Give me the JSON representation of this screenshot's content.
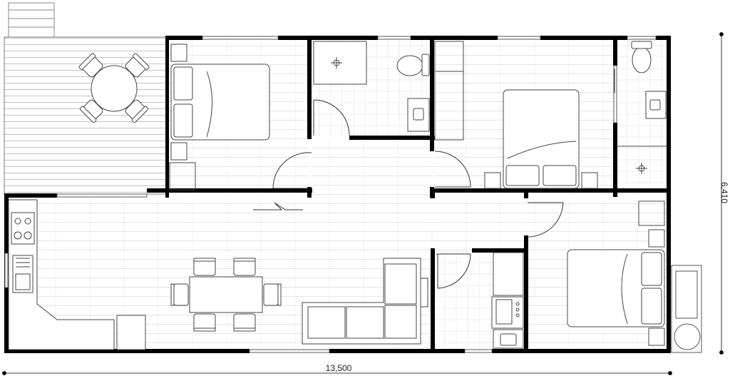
{
  "plan": {
    "type": "floor-plan",
    "dimensions": {
      "width_label": "13,500",
      "height_label": "6,410"
    },
    "rooms": [
      "deck",
      "bedroom-1",
      "bathroom-1",
      "bedroom-2",
      "ensuite",
      "living-kitchen-dining",
      "bedroom-3",
      "laundry"
    ],
    "colors": {
      "wall": "#000000",
      "fixture": "#555555",
      "floor_lines": "#d6d6d6",
      "background": "#ffffff"
    }
  }
}
